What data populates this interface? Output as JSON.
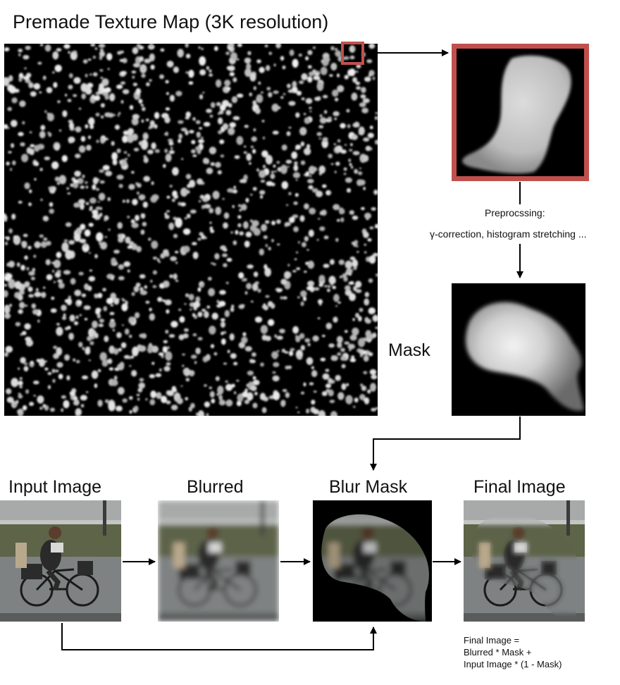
{
  "texture": {
    "title": "Premade Texture Map (3K resolution)"
  },
  "preprocessing": {
    "label": "Preprocssing:",
    "detail": "γ-correction, histogram stretching ..."
  },
  "mask": {
    "label": "Mask"
  },
  "pipeline": {
    "input_label": "Input Image",
    "blurred_label": "Blurred",
    "blur_mask_label": "Blur Mask",
    "final_label": "Final Image"
  },
  "formula": {
    "line1": "Final Image =",
    "line2": "Blurred * Mask +",
    "line3": "Input Image * (1 - Mask)"
  },
  "colors": {
    "highlight_border": "#c0504d",
    "arrow": "#000000",
    "texture_bg": "#000000",
    "blob": "#d9d9d9"
  }
}
